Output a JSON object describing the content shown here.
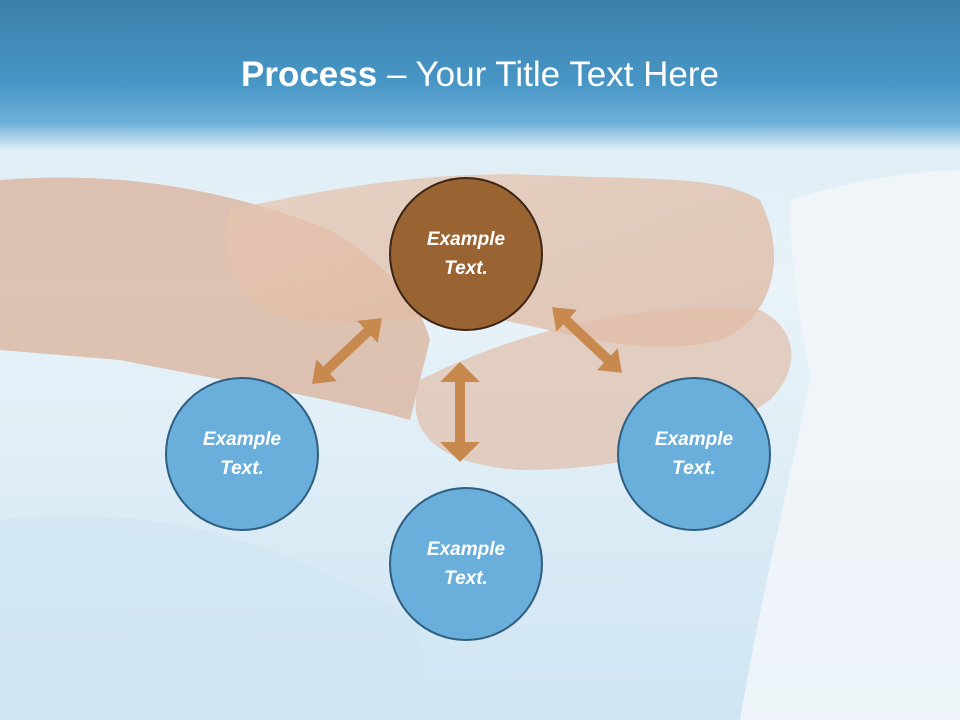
{
  "slide": {
    "title_strong": "Process",
    "title_rest": " – Your Title Text Here"
  },
  "nodes": {
    "center": "Example Text.",
    "left": "Example Text.",
    "bottom": "Example Text.",
    "right": "Example Text."
  },
  "colors": {
    "title_band": "#4796c6",
    "center_node": "#9a6432",
    "side_node": "#6aaedb",
    "arrow": "#c8894e"
  }
}
